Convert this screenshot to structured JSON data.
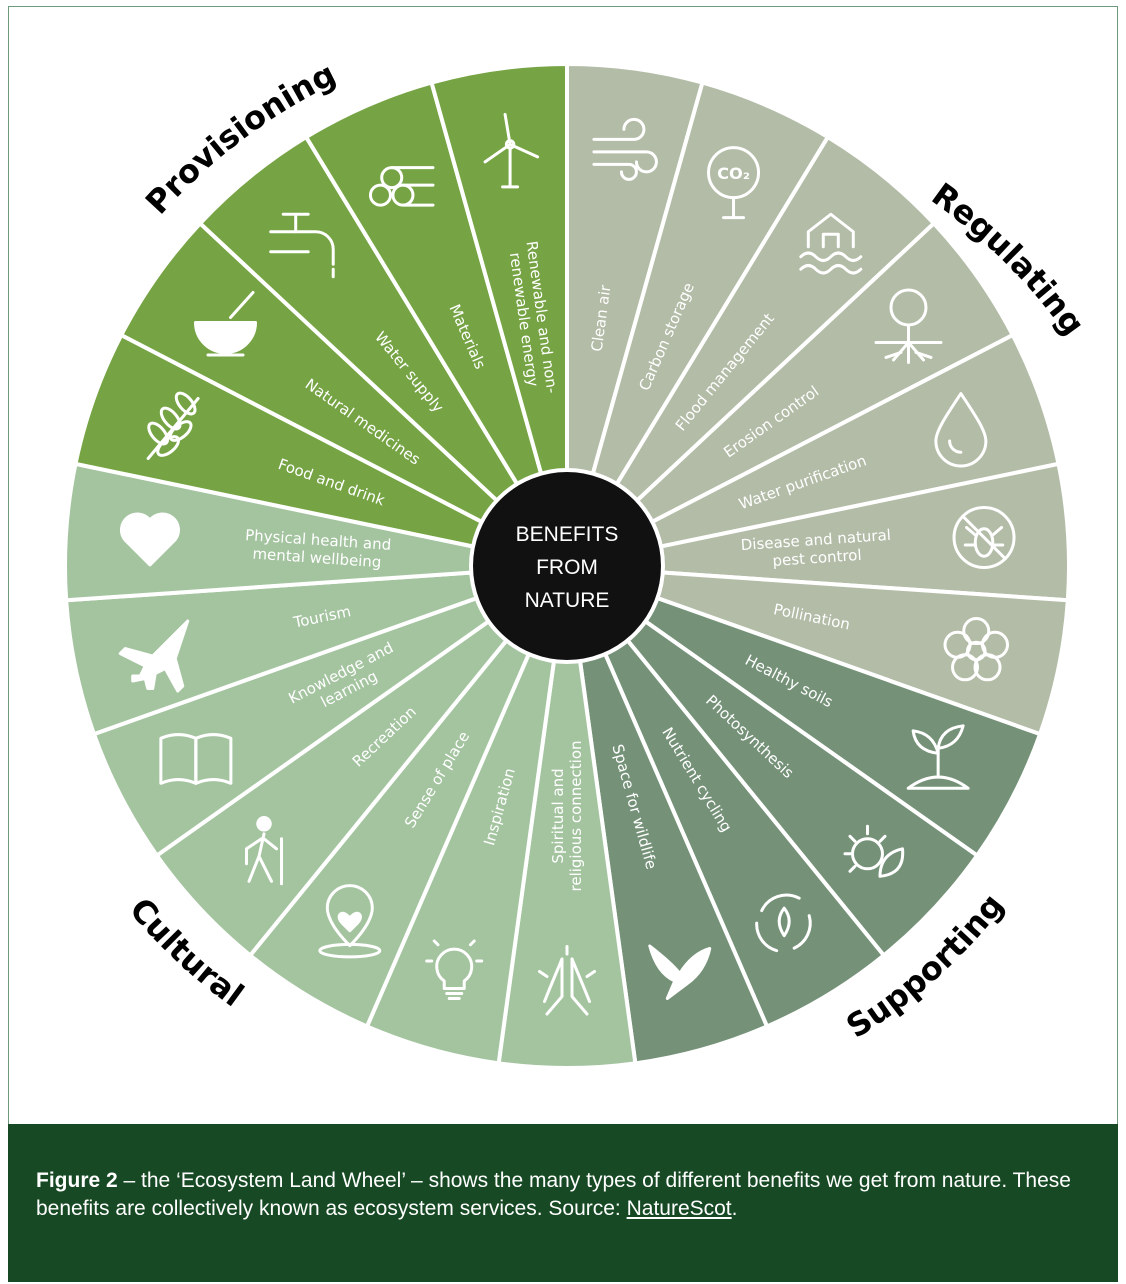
{
  "center": {
    "lines": [
      "BENEFITS",
      "FROM",
      "NATURE"
    ]
  },
  "categories": {
    "provisioning": "Provisioning",
    "regulating": "Regulating",
    "supporting": "Supporting",
    "cultural": "Cultural"
  },
  "colors": {
    "provisioning": "#76a444",
    "regulating": "#b3bca7",
    "supporting": "#759279",
    "cultural": "#a4c4a0",
    "caption_bg": "#174a24",
    "center": "#111111",
    "separator": "#ffffff"
  },
  "segments": [
    {
      "lines": [
        "Clean air"
      ],
      "category": "regulating",
      "icon": "wind-icon"
    },
    {
      "lines": [
        "Carbon storage"
      ],
      "category": "regulating",
      "icon": "tree-co2-icon"
    },
    {
      "lines": [
        "Flood management"
      ],
      "category": "regulating",
      "icon": "flood-house-icon"
    },
    {
      "lines": [
        "Erosion control"
      ],
      "category": "regulating",
      "icon": "tree-roots-icon"
    },
    {
      "lines": [
        "Water purification"
      ],
      "category": "regulating",
      "icon": "water-drop-icon"
    },
    {
      "lines": [
        "Disease and natural",
        "pest control"
      ],
      "category": "regulating",
      "icon": "no-bug-icon"
    },
    {
      "lines": [
        "Pollination"
      ],
      "category": "regulating",
      "icon": "flower-icon"
    },
    {
      "lines": [
        "Healthy soils"
      ],
      "category": "supporting",
      "icon": "seedling-icon"
    },
    {
      "lines": [
        "Photosynthesis"
      ],
      "category": "supporting",
      "icon": "sun-leaf-icon"
    },
    {
      "lines": [
        "Nutrient cycling"
      ],
      "category": "supporting",
      "icon": "recycle-leaf-icon"
    },
    {
      "lines": [
        "Space for wildlife"
      ],
      "category": "supporting",
      "icon": "bird-icon"
    },
    {
      "lines": [
        "Spiritual and",
        "religious connection"
      ],
      "category": "cultural",
      "icon": "praying-hands-icon"
    },
    {
      "lines": [
        "Inspiration"
      ],
      "category": "cultural",
      "icon": "lightbulb-icon"
    },
    {
      "lines": [
        "Sense of place"
      ],
      "category": "cultural",
      "icon": "location-heart-icon"
    },
    {
      "lines": [
        "Recreation"
      ],
      "category": "cultural",
      "icon": "hiker-icon"
    },
    {
      "lines": [
        "Knowledge and",
        "learning"
      ],
      "category": "cultural",
      "icon": "book-icon"
    },
    {
      "lines": [
        "Tourism"
      ],
      "category": "cultural",
      "icon": "airplane-icon"
    },
    {
      "lines": [
        "Physical health and",
        "mental wellbeing"
      ],
      "category": "cultural",
      "icon": "heart-icon"
    },
    {
      "lines": [
        "Food and drink"
      ],
      "category": "provisioning",
      "icon": "wheat-icon"
    },
    {
      "lines": [
        "Natural medicines"
      ],
      "category": "provisioning",
      "icon": "mortar-pestle-icon"
    },
    {
      "lines": [
        "Water supply"
      ],
      "category": "provisioning",
      "icon": "tap-icon"
    },
    {
      "lines": [
        "Materials"
      ],
      "category": "provisioning",
      "icon": "logs-icon"
    },
    {
      "lines": [
        "Renewable and non-",
        "renewable energy"
      ],
      "category": "provisioning",
      "icon": "wind-turbine-icon"
    }
  ],
  "caption": {
    "figure": "Figure 2",
    "text": " – the ‘Ecosystem Land Wheel’ – shows the many types of different benefits we get from nature. These benefits are collectively known as ecosystem services. Source: ",
    "source_link": "NatureScot",
    "end": "."
  }
}
